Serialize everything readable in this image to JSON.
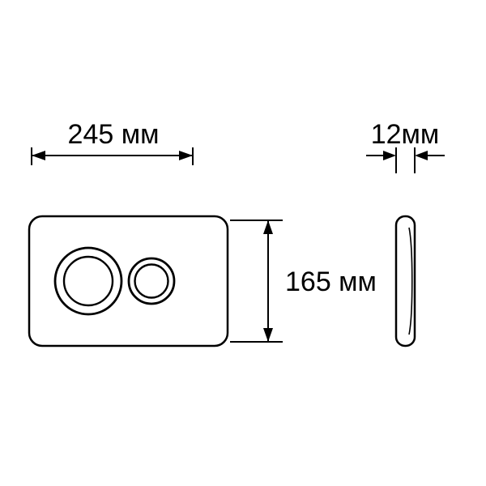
{
  "diagram": {
    "colors": {
      "line": "#000000",
      "background": "#ffffff"
    },
    "front_view": {
      "width_label": "245 мм",
      "height_label": "165 мм"
    },
    "side_view": {
      "depth_label": "12мм"
    }
  }
}
